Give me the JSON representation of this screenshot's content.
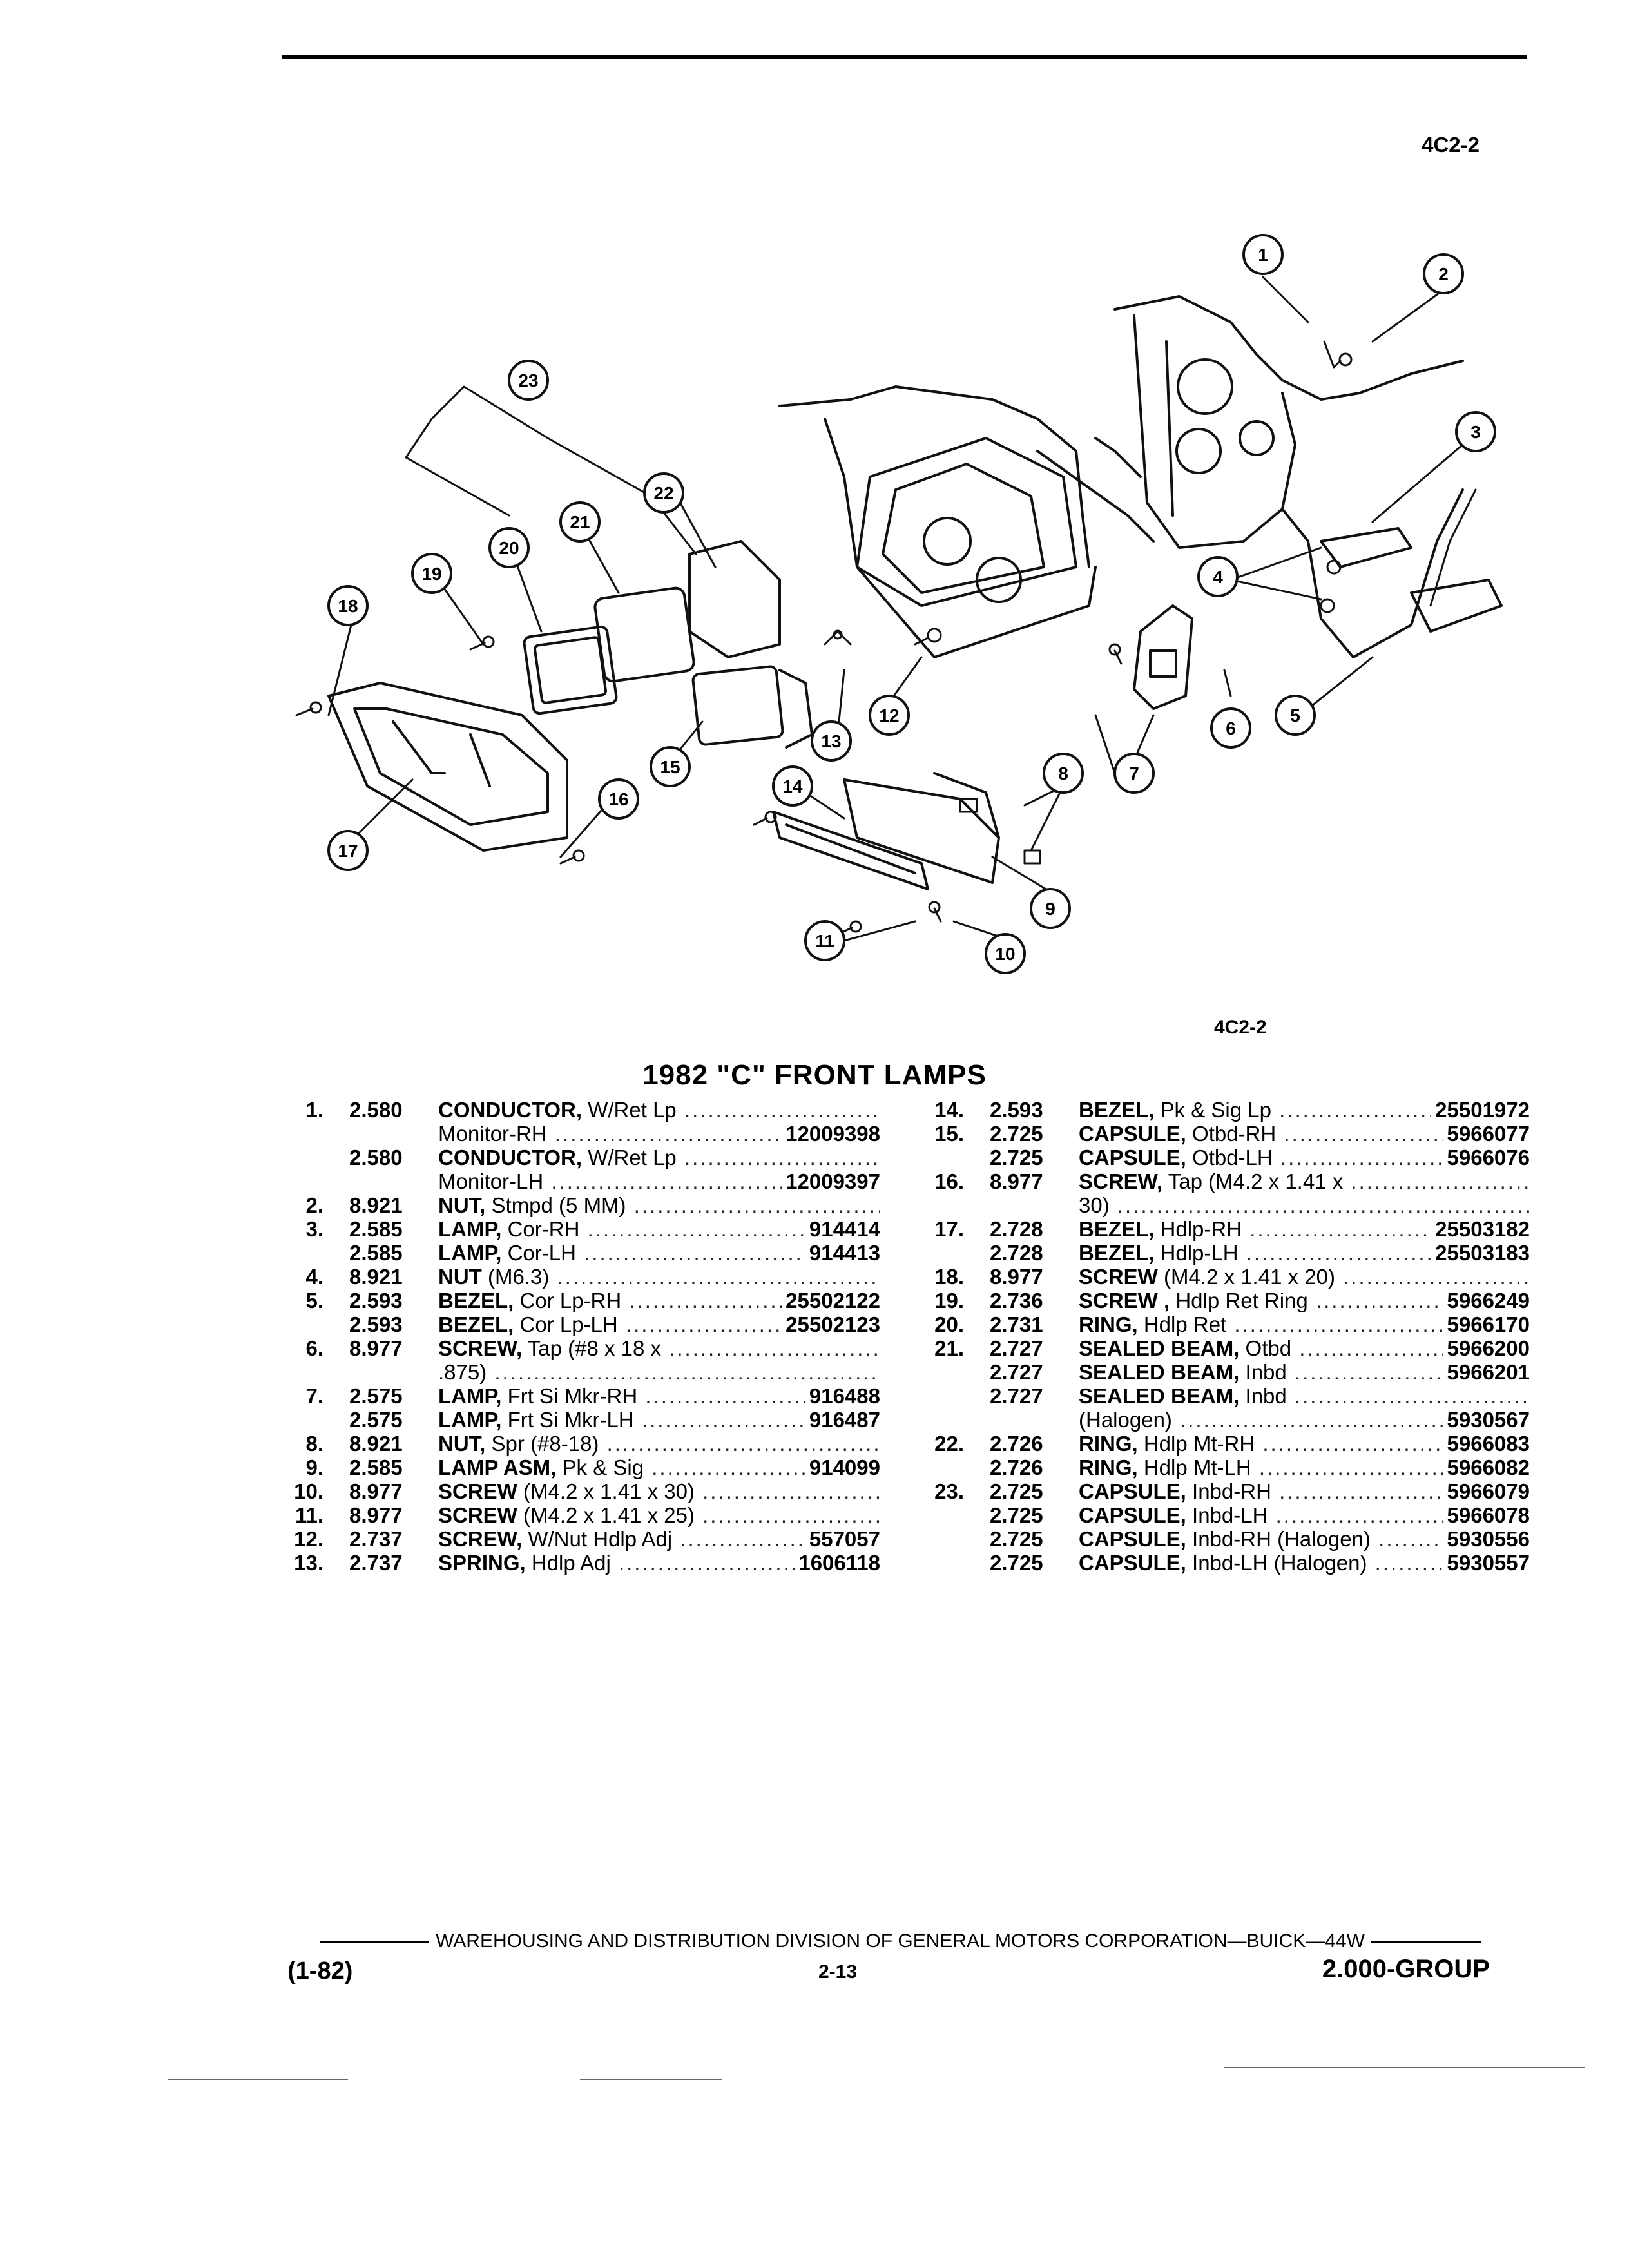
{
  "header": {
    "page_code": "4C2-2"
  },
  "diagram": {
    "code": "4C2-2",
    "callouts": [
      "1",
      "2",
      "3",
      "4",
      "5",
      "6",
      "7",
      "8",
      "9",
      "10",
      "11",
      "12",
      "13",
      "14",
      "15",
      "16",
      "17",
      "18",
      "19",
      "20",
      "21",
      "22",
      "23"
    ]
  },
  "title": "1982 \"C\" FRONT LAMPS",
  "parts_left": [
    {
      "num": "1.",
      "group": "2.580",
      "name": "CONDUCTOR,",
      "detail": " W/Ret Lp",
      "part": ""
    },
    {
      "num": "",
      "group": "",
      "name": "",
      "detail": "Monitor-RH",
      "part": "12009398"
    },
    {
      "num": "",
      "group": "2.580",
      "name": "CONDUCTOR,",
      "detail": " W/Ret Lp",
      "part": ""
    },
    {
      "num": "",
      "group": "",
      "name": "",
      "detail": "Monitor-LH",
      "part": "12009397"
    },
    {
      "num": "2.",
      "group": "8.921",
      "name": "NUT,",
      "detail": " Stmpd (5 MM)",
      "part": ""
    },
    {
      "num": "3.",
      "group": "2.585",
      "name": "LAMP,",
      "detail": " Cor-RH",
      "part": "914414"
    },
    {
      "num": "",
      "group": "2.585",
      "name": "LAMP,",
      "detail": " Cor-LH",
      "part": "914413"
    },
    {
      "num": "4.",
      "group": "8.921",
      "name": "NUT",
      "detail": " (M6.3)",
      "part": ""
    },
    {
      "num": "5.",
      "group": "2.593",
      "name": "BEZEL,",
      "detail": " Cor Lp-RH",
      "part": "25502122"
    },
    {
      "num": "",
      "group": "2.593",
      "name": "BEZEL,",
      "detail": " Cor Lp-LH",
      "part": "25502123"
    },
    {
      "num": "6.",
      "group": "8.977",
      "name": "SCREW,",
      "detail": " Tap (#8 x 18 x",
      "part": ""
    },
    {
      "num": "",
      "group": "",
      "name": "",
      "detail": ".875)",
      "part": ""
    },
    {
      "num": "7.",
      "group": "2.575",
      "name": "LAMP,",
      "detail": " Frt Si Mkr-RH",
      "part": "916488"
    },
    {
      "num": "",
      "group": "2.575",
      "name": "LAMP,",
      "detail": " Frt Si Mkr-LH",
      "part": "916487"
    },
    {
      "num": "8.",
      "group": "8.921",
      "name": "NUT,",
      "detail": " Spr (#8-18)",
      "part": ""
    },
    {
      "num": "9.",
      "group": "2.585",
      "name": "LAMP ASM,",
      "detail": " Pk & Sig",
      "part": "914099"
    },
    {
      "num": "10.",
      "group": "8.977",
      "name": "SCREW",
      "detail": " (M4.2 x 1.41 x 30)",
      "part": ""
    },
    {
      "num": "11.",
      "group": "8.977",
      "name": "SCREW",
      "detail": " (M4.2 x 1.41 x 25)",
      "part": ""
    },
    {
      "num": "12.",
      "group": "2.737",
      "name": "SCREW,",
      "detail": " W/Nut Hdlp Adj",
      "part": "557057"
    },
    {
      "num": "13.",
      "group": "2.737",
      "name": "SPRING,",
      "detail": " Hdlp Adj",
      "part": "1606118"
    }
  ],
  "parts_right": [
    {
      "num": "14.",
      "group": "2.593",
      "name": "BEZEL,",
      "detail": " Pk & Sig Lp",
      "part": "25501972"
    },
    {
      "num": "15.",
      "group": "2.725",
      "name": "CAPSULE,",
      "detail": " Otbd-RH",
      "part": "5966077"
    },
    {
      "num": "",
      "group": "2.725",
      "name": "CAPSULE,",
      "detail": " Otbd-LH",
      "part": "5966076"
    },
    {
      "num": "16.",
      "group": "8.977",
      "name": "SCREW,",
      "detail": " Tap (M4.2 x 1.41 x",
      "part": ""
    },
    {
      "num": "",
      "group": "",
      "name": "",
      "detail": "30)",
      "part": ""
    },
    {
      "num": "17.",
      "group": "2.728",
      "name": "BEZEL,",
      "detail": " Hdlp-RH",
      "part": "25503182"
    },
    {
      "num": "",
      "group": "2.728",
      "name": "BEZEL,",
      "detail": " Hdlp-LH",
      "part": "25503183"
    },
    {
      "num": "18.",
      "group": "8.977",
      "name": "SCREW",
      "detail": " (M4.2 x 1.41 x 20)",
      "part": ""
    },
    {
      "num": "19.",
      "group": "2.736",
      "name": "SCREW ,",
      "detail": " Hdlp Ret Ring",
      "part": "5966249"
    },
    {
      "num": "20.",
      "group": "2.731",
      "name": "RING,",
      "detail": " Hdlp Ret",
      "part": "5966170"
    },
    {
      "num": "21.",
      "group": "2.727",
      "name": "SEALED BEAM,",
      "detail": " Otbd",
      "part": "5966200"
    },
    {
      "num": "",
      "group": "2.727",
      "name": "SEALED BEAM,",
      "detail": " Inbd",
      "part": "5966201"
    },
    {
      "num": "",
      "group": "2.727",
      "name": "SEALED BEAM,",
      "detail": " Inbd",
      "part": ""
    },
    {
      "num": "",
      "group": "",
      "name": "",
      "detail": "(Halogen)",
      "part": "5930567"
    },
    {
      "num": "22.",
      "group": "2.726",
      "name": "RING,",
      "detail": " Hdlp Mt-RH",
      "part": "5966083"
    },
    {
      "num": "",
      "group": "2.726",
      "name": "RING,",
      "detail": " Hdlp Mt-LH",
      "part": "5966082"
    },
    {
      "num": "23.",
      "group": "2.725",
      "name": "CAPSULE,",
      "detail": " Inbd-RH",
      "part": "5966079"
    },
    {
      "num": "",
      "group": "2.725",
      "name": "CAPSULE,",
      "detail": " Inbd-LH",
      "part": "5966078"
    },
    {
      "num": "",
      "group": "2.725",
      "name": "CAPSULE,",
      "detail": " Inbd-RH (Halogen)",
      "part": "5930556"
    },
    {
      "num": "",
      "group": "2.725",
      "name": "CAPSULE,",
      "detail": " Inbd-LH (Halogen)",
      "part": "5930557"
    }
  ],
  "footer": {
    "line": "WAREHOUSING AND DISTRIBUTION  DIVISION OF GENERAL MOTORS CORPORATION—BUICK—44W",
    "date": "(1-82)",
    "page": "2-13",
    "group": "2.000-GROUP"
  }
}
